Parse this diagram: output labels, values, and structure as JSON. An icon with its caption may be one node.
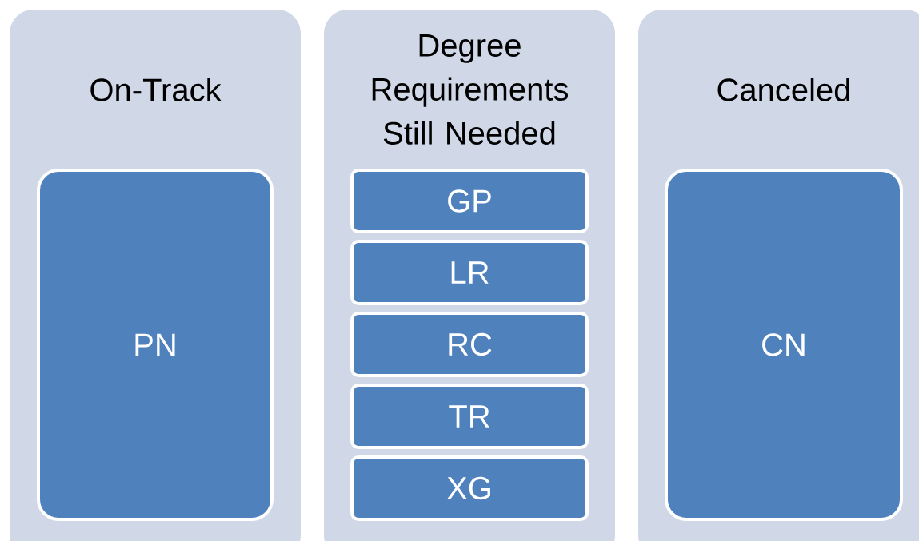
{
  "diagram": {
    "nodes": [
      {
        "text": [
          "On-Track"
        ]
      },
      {
        "text": [
          "PN"
        ],
        "in": 0
      },
      {
        "text": [
          "Degree Requirements Still Needed"
        ]
      },
      {
        "text": [
          "GP"
        ],
        "in": 2
      },
      {
        "text": [
          "LR"
        ],
        "in": 2
      },
      {
        "text": [
          "RC"
        ],
        "in": 2
      },
      {
        "text": [
          "TR"
        ],
        "in": 2
      },
      {
        "text": [
          "XG"
        ],
        "in": 2
      },
      {
        "text": [
          "Canceled"
        ]
      },
      {
        "text": [
          "CN"
        ],
        "in": 8
      }
    ]
  }
}
